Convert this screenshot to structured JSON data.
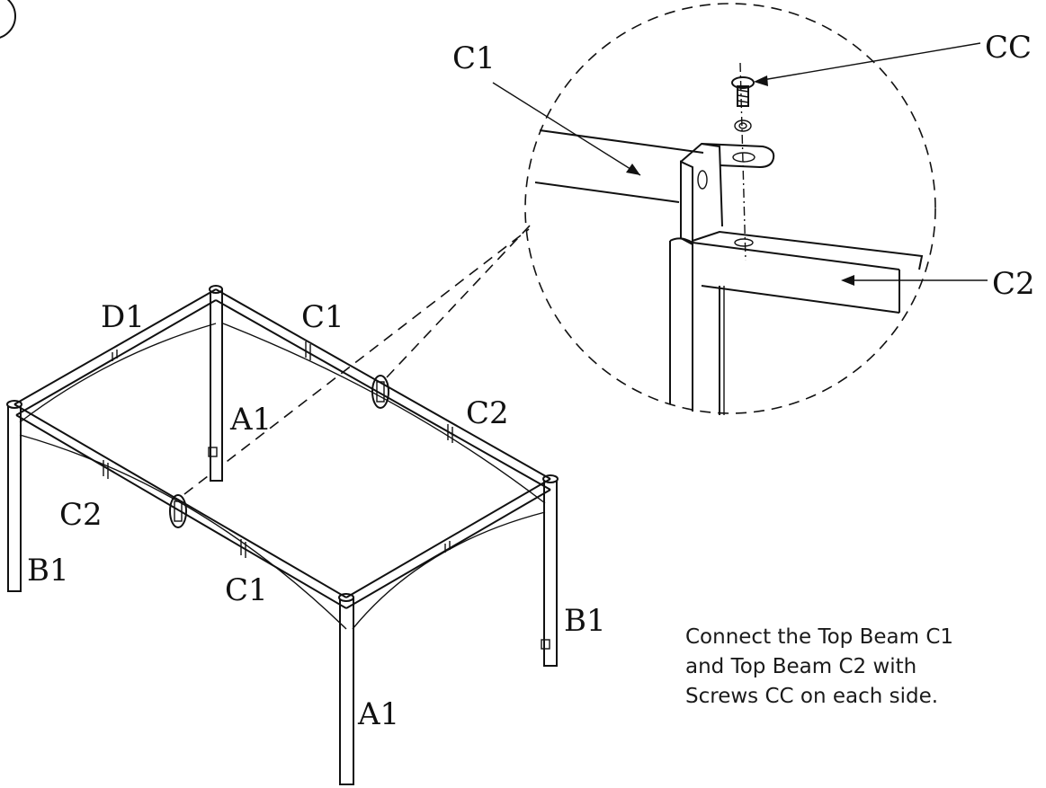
{
  "labels": {
    "detail_c1": "C1",
    "detail_cc": "CC",
    "detail_c2": "C2",
    "frame_d1": "D1",
    "frame_c1_back": "C1",
    "frame_a1_back": "A1",
    "frame_c2_right": "C2",
    "frame_c2_left": "C2",
    "frame_b1_left": "B1",
    "frame_c1_front": "C1",
    "frame_b1_right": "B1",
    "frame_a1_front": "A1"
  },
  "instruction": {
    "line1": "Connect the Top Beam C1",
    "line2": "and Top Beam C2 with",
    "line3": "Screws CC on each side."
  }
}
